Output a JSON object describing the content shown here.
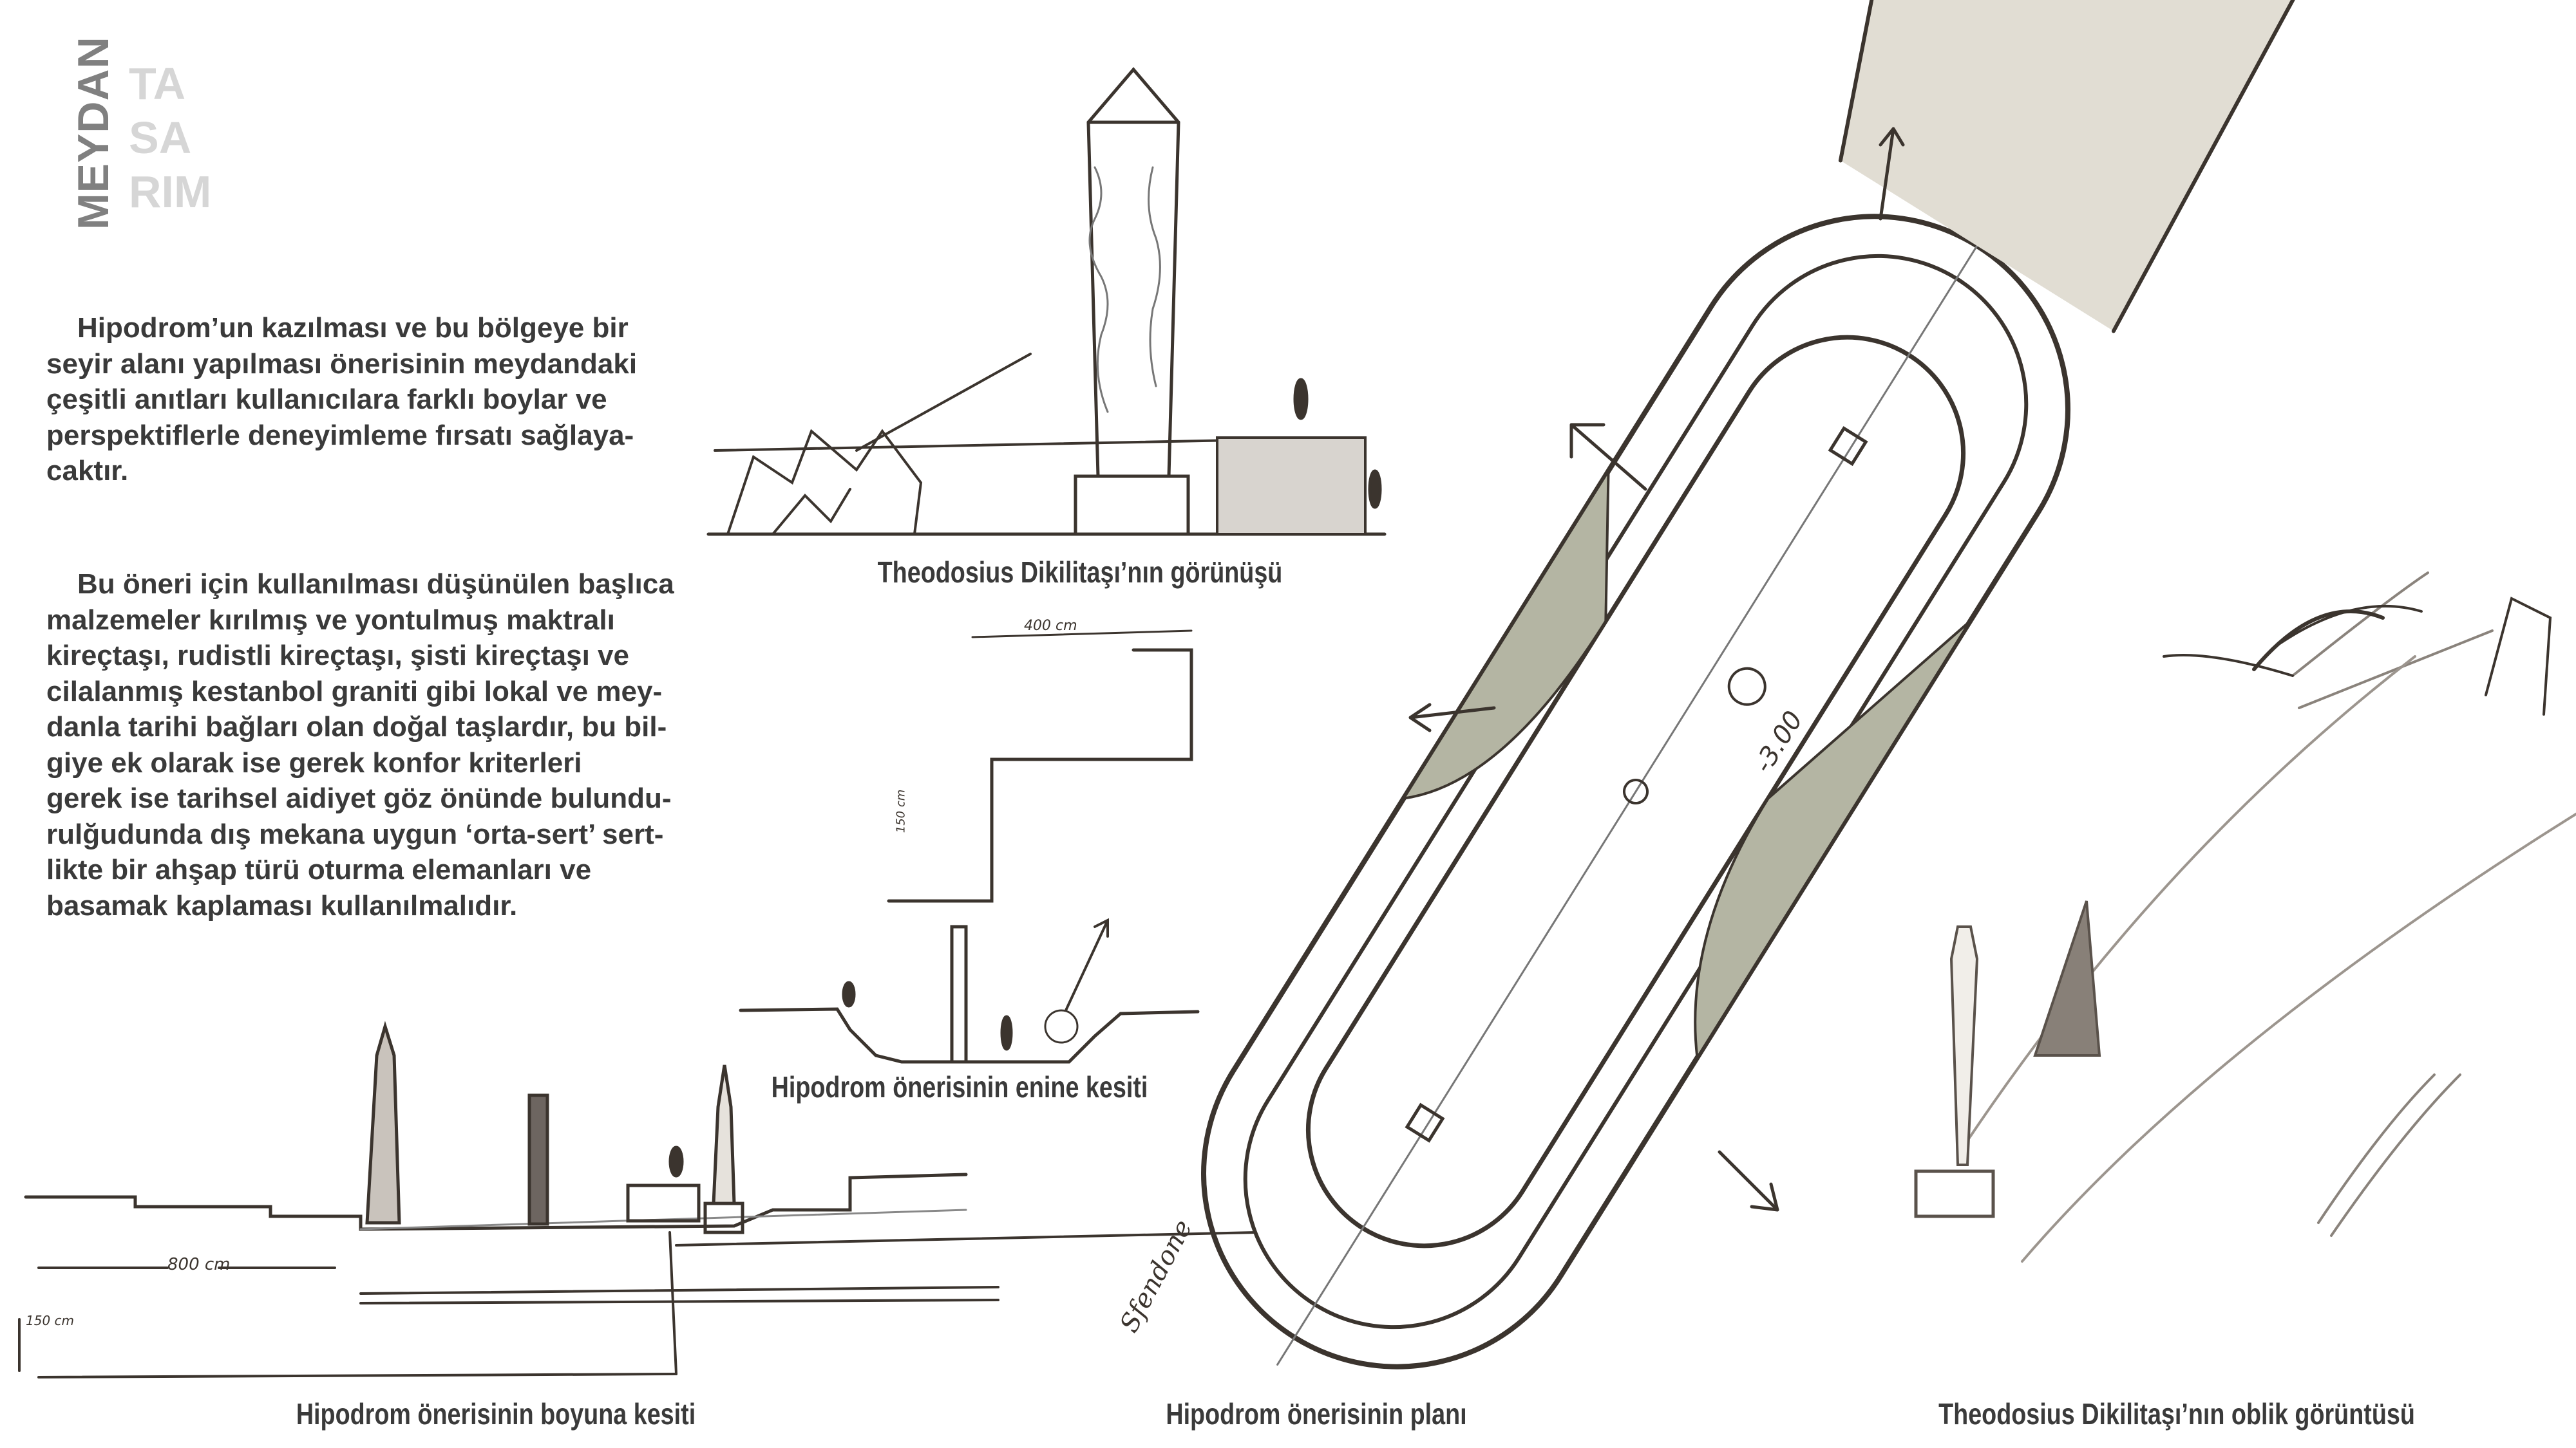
{
  "logo": {
    "main": "MEYDAN",
    "ghost": [
      "TA",
      "SA",
      "RIM"
    ]
  },
  "paragraphs": [
    [
      "Hipodrom’un kazılması ve bu bölgeye bir",
      "seyir alanı yapılması önerisinin meydandaki",
      "çeşitli anıtları kullanıcılara farklı boylar ve",
      "perspektiflerle deneyimleme fırsatı sağlaya-",
      "caktır."
    ],
    [
      "Bu öneri için kullanılması düşünülen başlıca",
      "malzemeler kırılmış ve yontulmuş maktralı",
      "kireçtaşı, rudistli kireçtaşı, şisti kireçtaşı ve",
      "cilalanmış kestanbol graniti gibi lokal ve mey-",
      "danla tarihi bağları olan doğal taşlardır, bu bil-",
      "giye ek olarak ise gerek konfor kriterleri",
      "gerek ise tarihsel aidiyet göz önünde bulundu-",
      "rulğudunda dış mekana uygun ‘orta-sert’ sert-",
      "likte bir ahşap türü oturma elemanları ve",
      "basamak kaplaması kullanılmalıdır."
    ]
  ],
  "captions": {
    "obelisk_view": "Theodosius Dikilitaşı’nın görünüşü",
    "cross_section": "Hipodrom önerisinin enine kesiti",
    "long_section": "Hipodrom önerisinin boyuna kesiti",
    "plan": "Hipodrom önerisinin planı",
    "oblique": "Theodosius Dikilitaşı’nın oblik görüntüsü"
  },
  "sketch_notes": {
    "long_width": "800 cm",
    "long_height": "150 cm",
    "cross_width": "400 cm",
    "cross_height": "150 cm",
    "plan_level": "-3.00",
    "plan_label": "Sfendone"
  }
}
